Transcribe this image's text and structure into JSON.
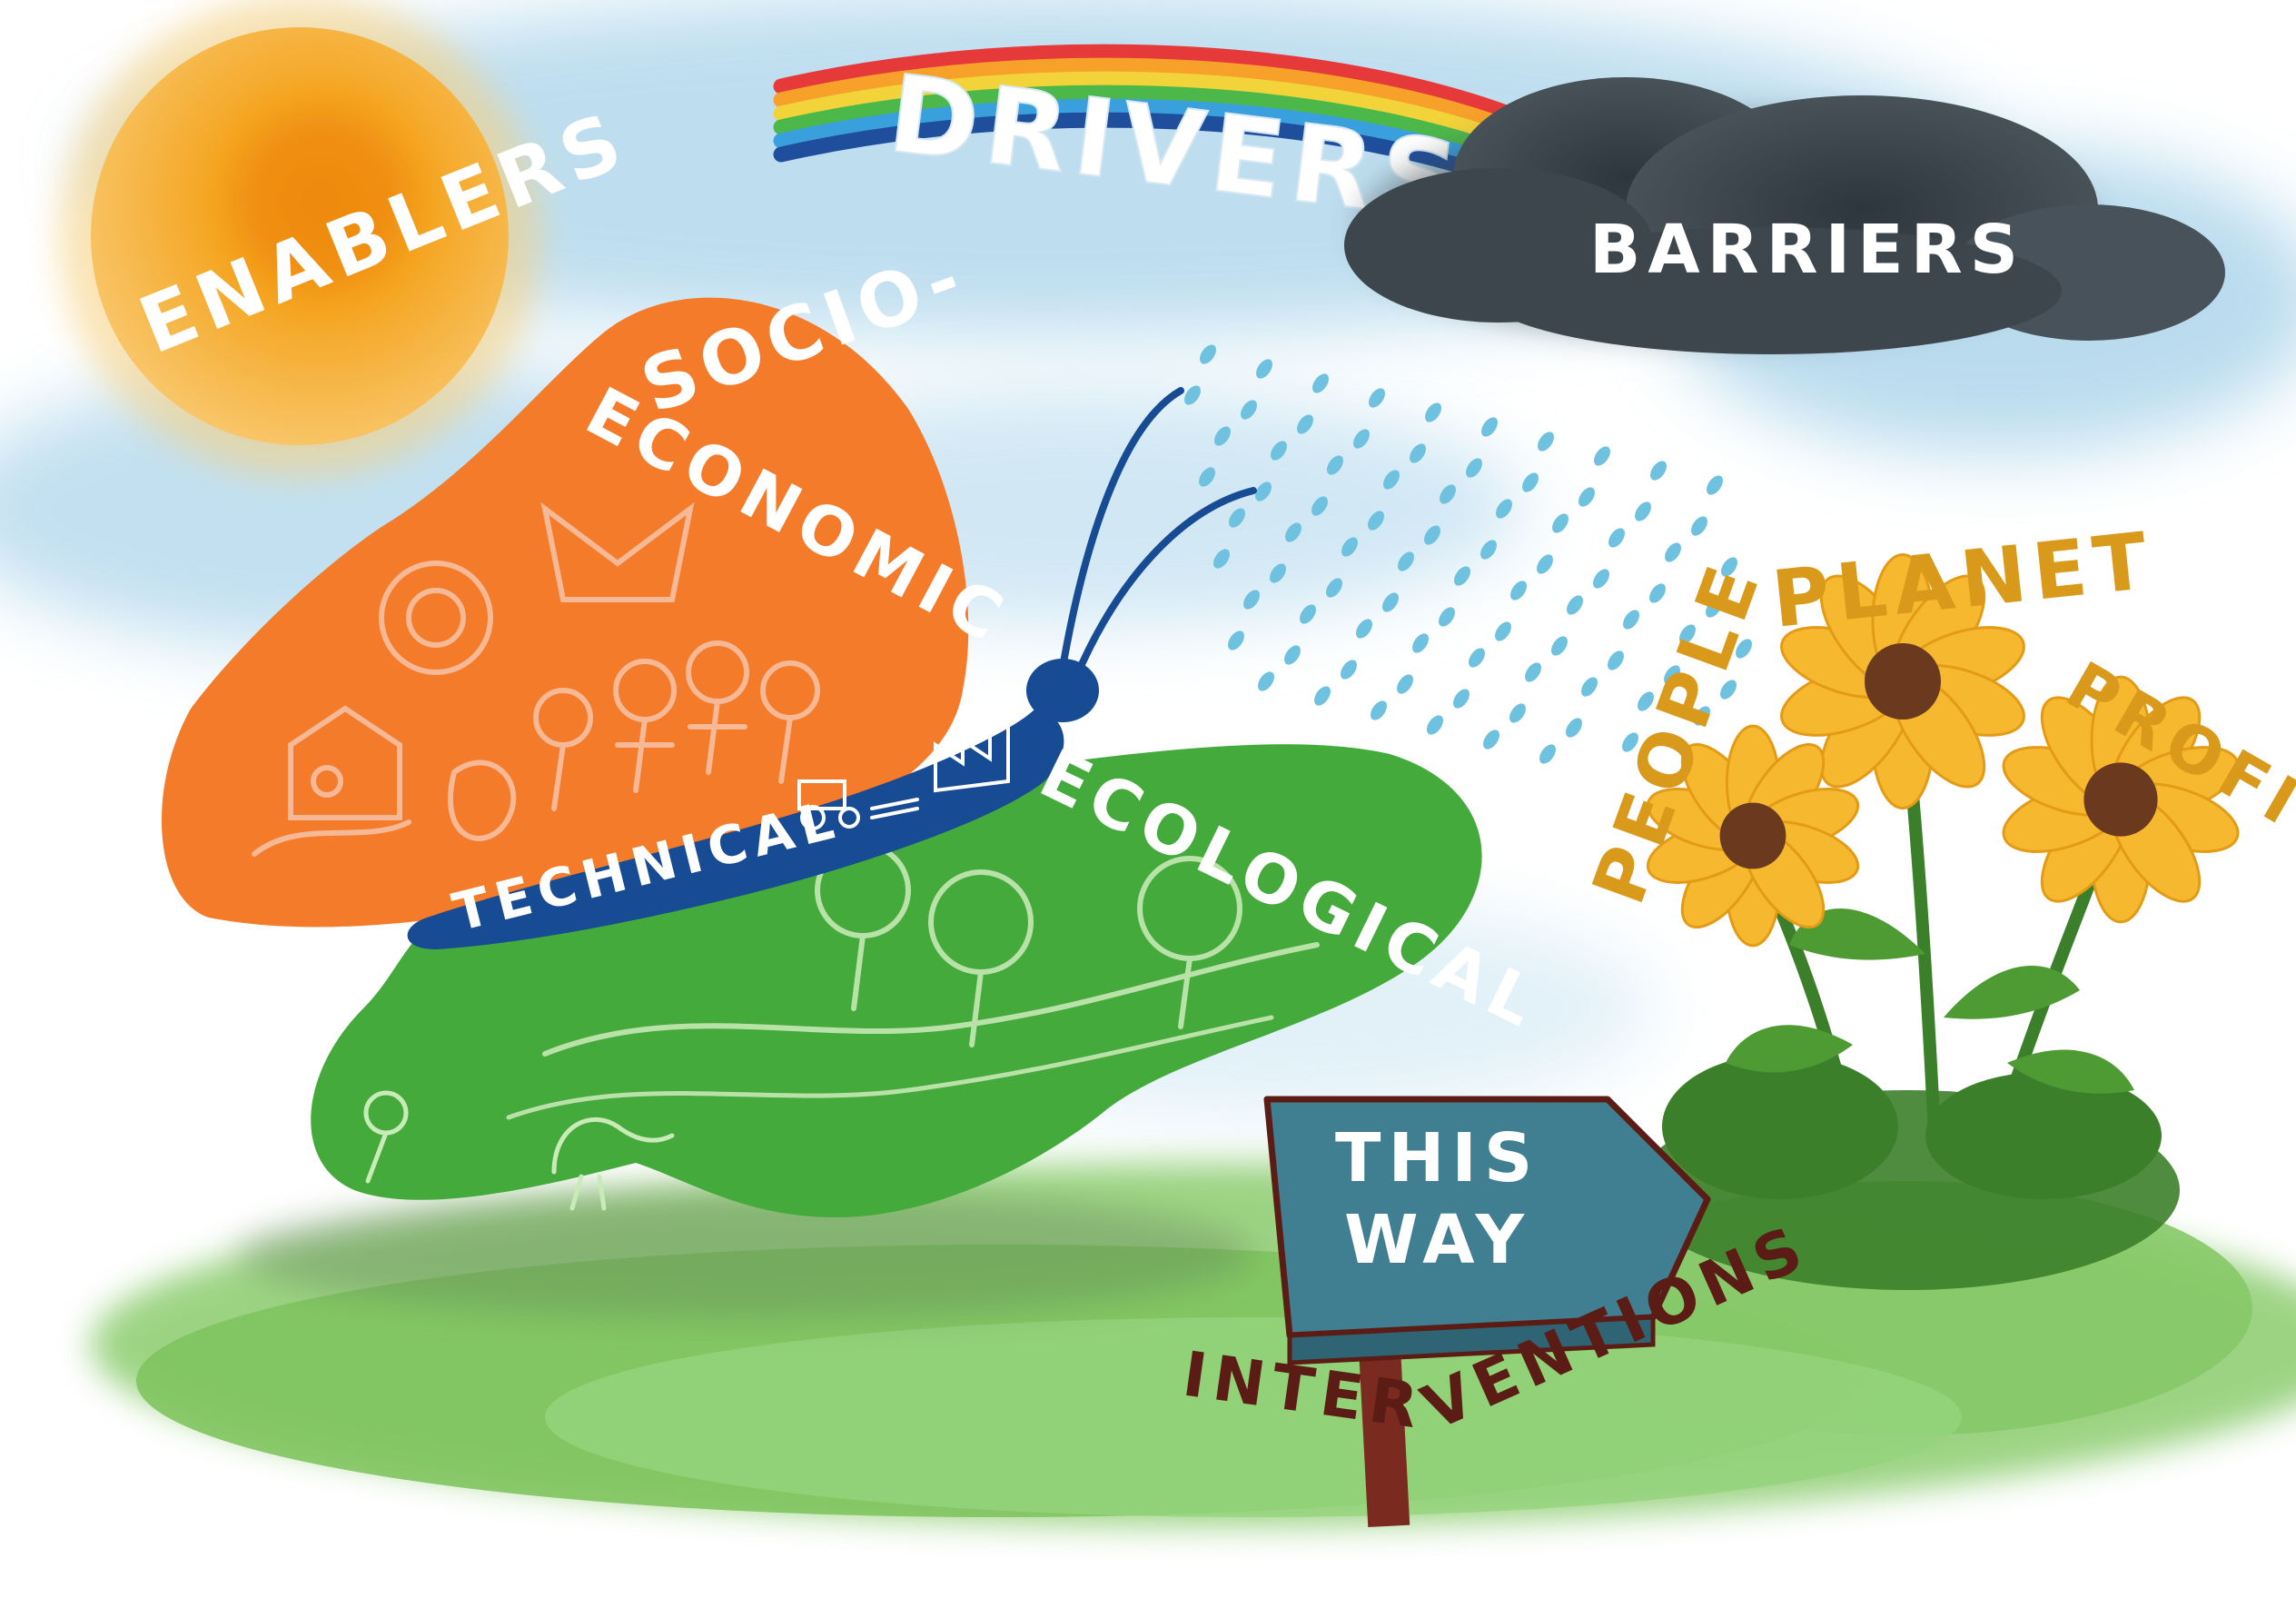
{
  "labels": {
    "enablers": "ENABLERS",
    "drivers": "DRIVERS",
    "barriers": "BARRIERS",
    "socio": "SOCIO-",
    "economic": "ECONOMIC",
    "technical": "TECHNICAL",
    "ecological": "ECOLOGICAL",
    "people": "PEOPLE",
    "planet": "PLANET",
    "profit": "PROFIT",
    "this": "THIS",
    "way": "WAY",
    "inter": "INTER",
    "ventions": "VENTIONS"
  },
  "colors": {
    "sun": "#f5a623",
    "sky": "#a9d3ea",
    "cloud": "#3d464d",
    "rain": "#6ec1df",
    "wing_orange": "#f47b2a",
    "wing_green": "#44aa3c",
    "body_blue": "#174b94",
    "grass": "#8bcc6e",
    "flower": "#f5b82e",
    "flower_center": "#6b3a1e",
    "leaf": "#3c7f2b",
    "sign": "#3f7f91",
    "post": "#7a2a1e",
    "flower_text": "#d99a1c",
    "post_text": "#5a1c14"
  },
  "rainbow_colors": [
    "#e63a3a",
    "#f7a12b",
    "#f2d33a",
    "#4db84a",
    "#3aa0dd",
    "#1f4e9c"
  ]
}
